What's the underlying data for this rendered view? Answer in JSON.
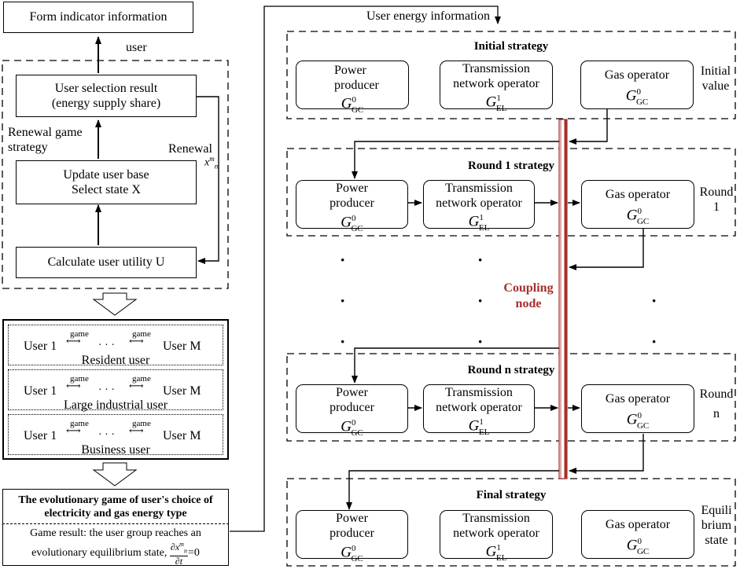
{
  "left": {
    "form_indicator": "Form indicator information",
    "user_label": "user",
    "user_selection_line1": "User selection result",
    "user_selection_line2": "(energy supply share)",
    "renewal_game_line1": "Renewal game",
    "renewal_game_line2": "strategy",
    "renewal_label": "Renewal",
    "renewal_var": "x",
    "renewal_var_sup": "m",
    "renewal_var_sub": "n",
    "update_line1": "Update user base",
    "update_line2": "Select state X",
    "calculate": "Calculate user utility U",
    "user_groups": [
      {
        "left": "User 1",
        "right": "User M",
        "game1": "game",
        "game2": "game",
        "dots": "· · ·",
        "caption": "Resident user"
      },
      {
        "left": "User 1",
        "right": "User M",
        "game1": "game",
        "game2": "game",
        "dots": "· · ·",
        "caption": "Large industrial user"
      },
      {
        "left": "User 1",
        "right": "User M",
        "game1": "game",
        "game2": "game",
        "dots": "· · ·",
        "caption": "Business user"
      }
    ],
    "evo_title_line1": "The evolutionary game of user's choice of",
    "evo_title_line2": "electricity and gas energy type",
    "evo_result_line1": "Game result: the user group reaches an",
    "evo_result_line2": "evolutionary equilibrium state,",
    "evo_num": "∂x",
    "evo_num_sup": "m",
    "evo_num_sub": "n",
    "evo_den": "∂t",
    "evo_eq": "=0"
  },
  "right": {
    "user_energy_info": "User energy information",
    "coupling_line1": "Coupling",
    "coupling_line2": "node",
    "dot": "·",
    "stages": [
      {
        "title": "Initial strategy",
        "side_line1": "Initial",
        "side_line2": "value",
        "power_line1": "Power",
        "power_line2": "producer",
        "power_g": "G",
        "power_sup": "0",
        "power_sub": "GC",
        "trans_line1": "Transmission",
        "trans_line2": "network operator",
        "trans_g": "G",
        "trans_sup": "1",
        "trans_sub": "EL",
        "gas_line1": "Gas operator",
        "gas_g": "G",
        "gas_sup": "0",
        "gas_sub": "GC"
      },
      {
        "title": "Round 1 strategy",
        "side_line1": "Round",
        "side_line2": "1",
        "power_line1": "Power",
        "power_line2": "producer",
        "power_g": "G",
        "power_sup": "0",
        "power_sub": "GC",
        "trans_line1": "Transmission",
        "trans_line2": "network operator",
        "trans_g": "G",
        "trans_sup": "1",
        "trans_sub": "EL",
        "gas_line1": "Gas operator",
        "gas_g": "G",
        "gas_sup": "0",
        "gas_sub": "GC"
      },
      {
        "title": "Round n strategy",
        "side_line1": "Round",
        "side_line2": "n",
        "power_line1": "Power",
        "power_line2": "producer",
        "power_g": "G",
        "power_sup": "0",
        "power_sub": "GC",
        "trans_line1": "Transmission",
        "trans_line2": "network operator",
        "trans_g": "G",
        "trans_sup": "1",
        "trans_sub": "EL",
        "gas_line1": "Gas operator",
        "gas_g": "G",
        "gas_sup": "0",
        "gas_sub": "GC"
      },
      {
        "title": "Final strategy",
        "side_line1": "Equili",
        "side_line2": "brium",
        "side_line3": "state",
        "power_line1": "Power",
        "power_line2": "producer",
        "power_g": "G",
        "power_sup": "0",
        "power_sub": "GC",
        "trans_line1": "Transmission",
        "trans_line2": "network operator",
        "trans_g": "G",
        "trans_sup": "1",
        "trans_sub": "EL",
        "gas_line1": "Gas operator",
        "gas_g": "G",
        "gas_sup": "0",
        "gas_sub": "GC"
      }
    ]
  }
}
